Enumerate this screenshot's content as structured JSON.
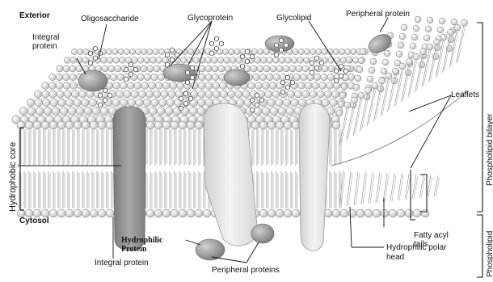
{
  "labels": {
    "exterior": "Exterior",
    "oligosaccharide": "Oligosaccharide",
    "glycoprotein": "Glycoprotein",
    "glycolipid": "Glycolipid",
    "peripheral_protein_top": "Peripheral protein",
    "integral_protein_top_line1": "Integral",
    "integral_protein_top_line2": "protein",
    "leaflets": "Leaflets",
    "hydrophobic_core": "Hydrophobic core",
    "cytosol": "Cytosol",
    "hydrophilic_protein_line1": "Hydrophilic",
    "hydrophilic_protein_line2": "Protein",
    "integral_protein_bottom": "Integral protein",
    "peripheral_proteins_bottom": "Peripheral proteins",
    "fatty_acyl_line1": "Fatty acyl",
    "fatty_acyl_line2": "tails",
    "hydrophilic_polar_line1": "Hydrophilic polar",
    "hydrophilic_polar_line2": "head",
    "phospholipid_bilayer": "Phospholipid  bilayer",
    "phospholipid": "Phospholipid"
  },
  "colors": {
    "head": "#e9e9e9",
    "head_stroke": "#7a7a7a",
    "tail": "#9a9a9a",
    "integral_protein": "#8f8f8f",
    "light_protein": "#e2e2e2",
    "peripheral_protein": "#9c9c9c"
  }
}
